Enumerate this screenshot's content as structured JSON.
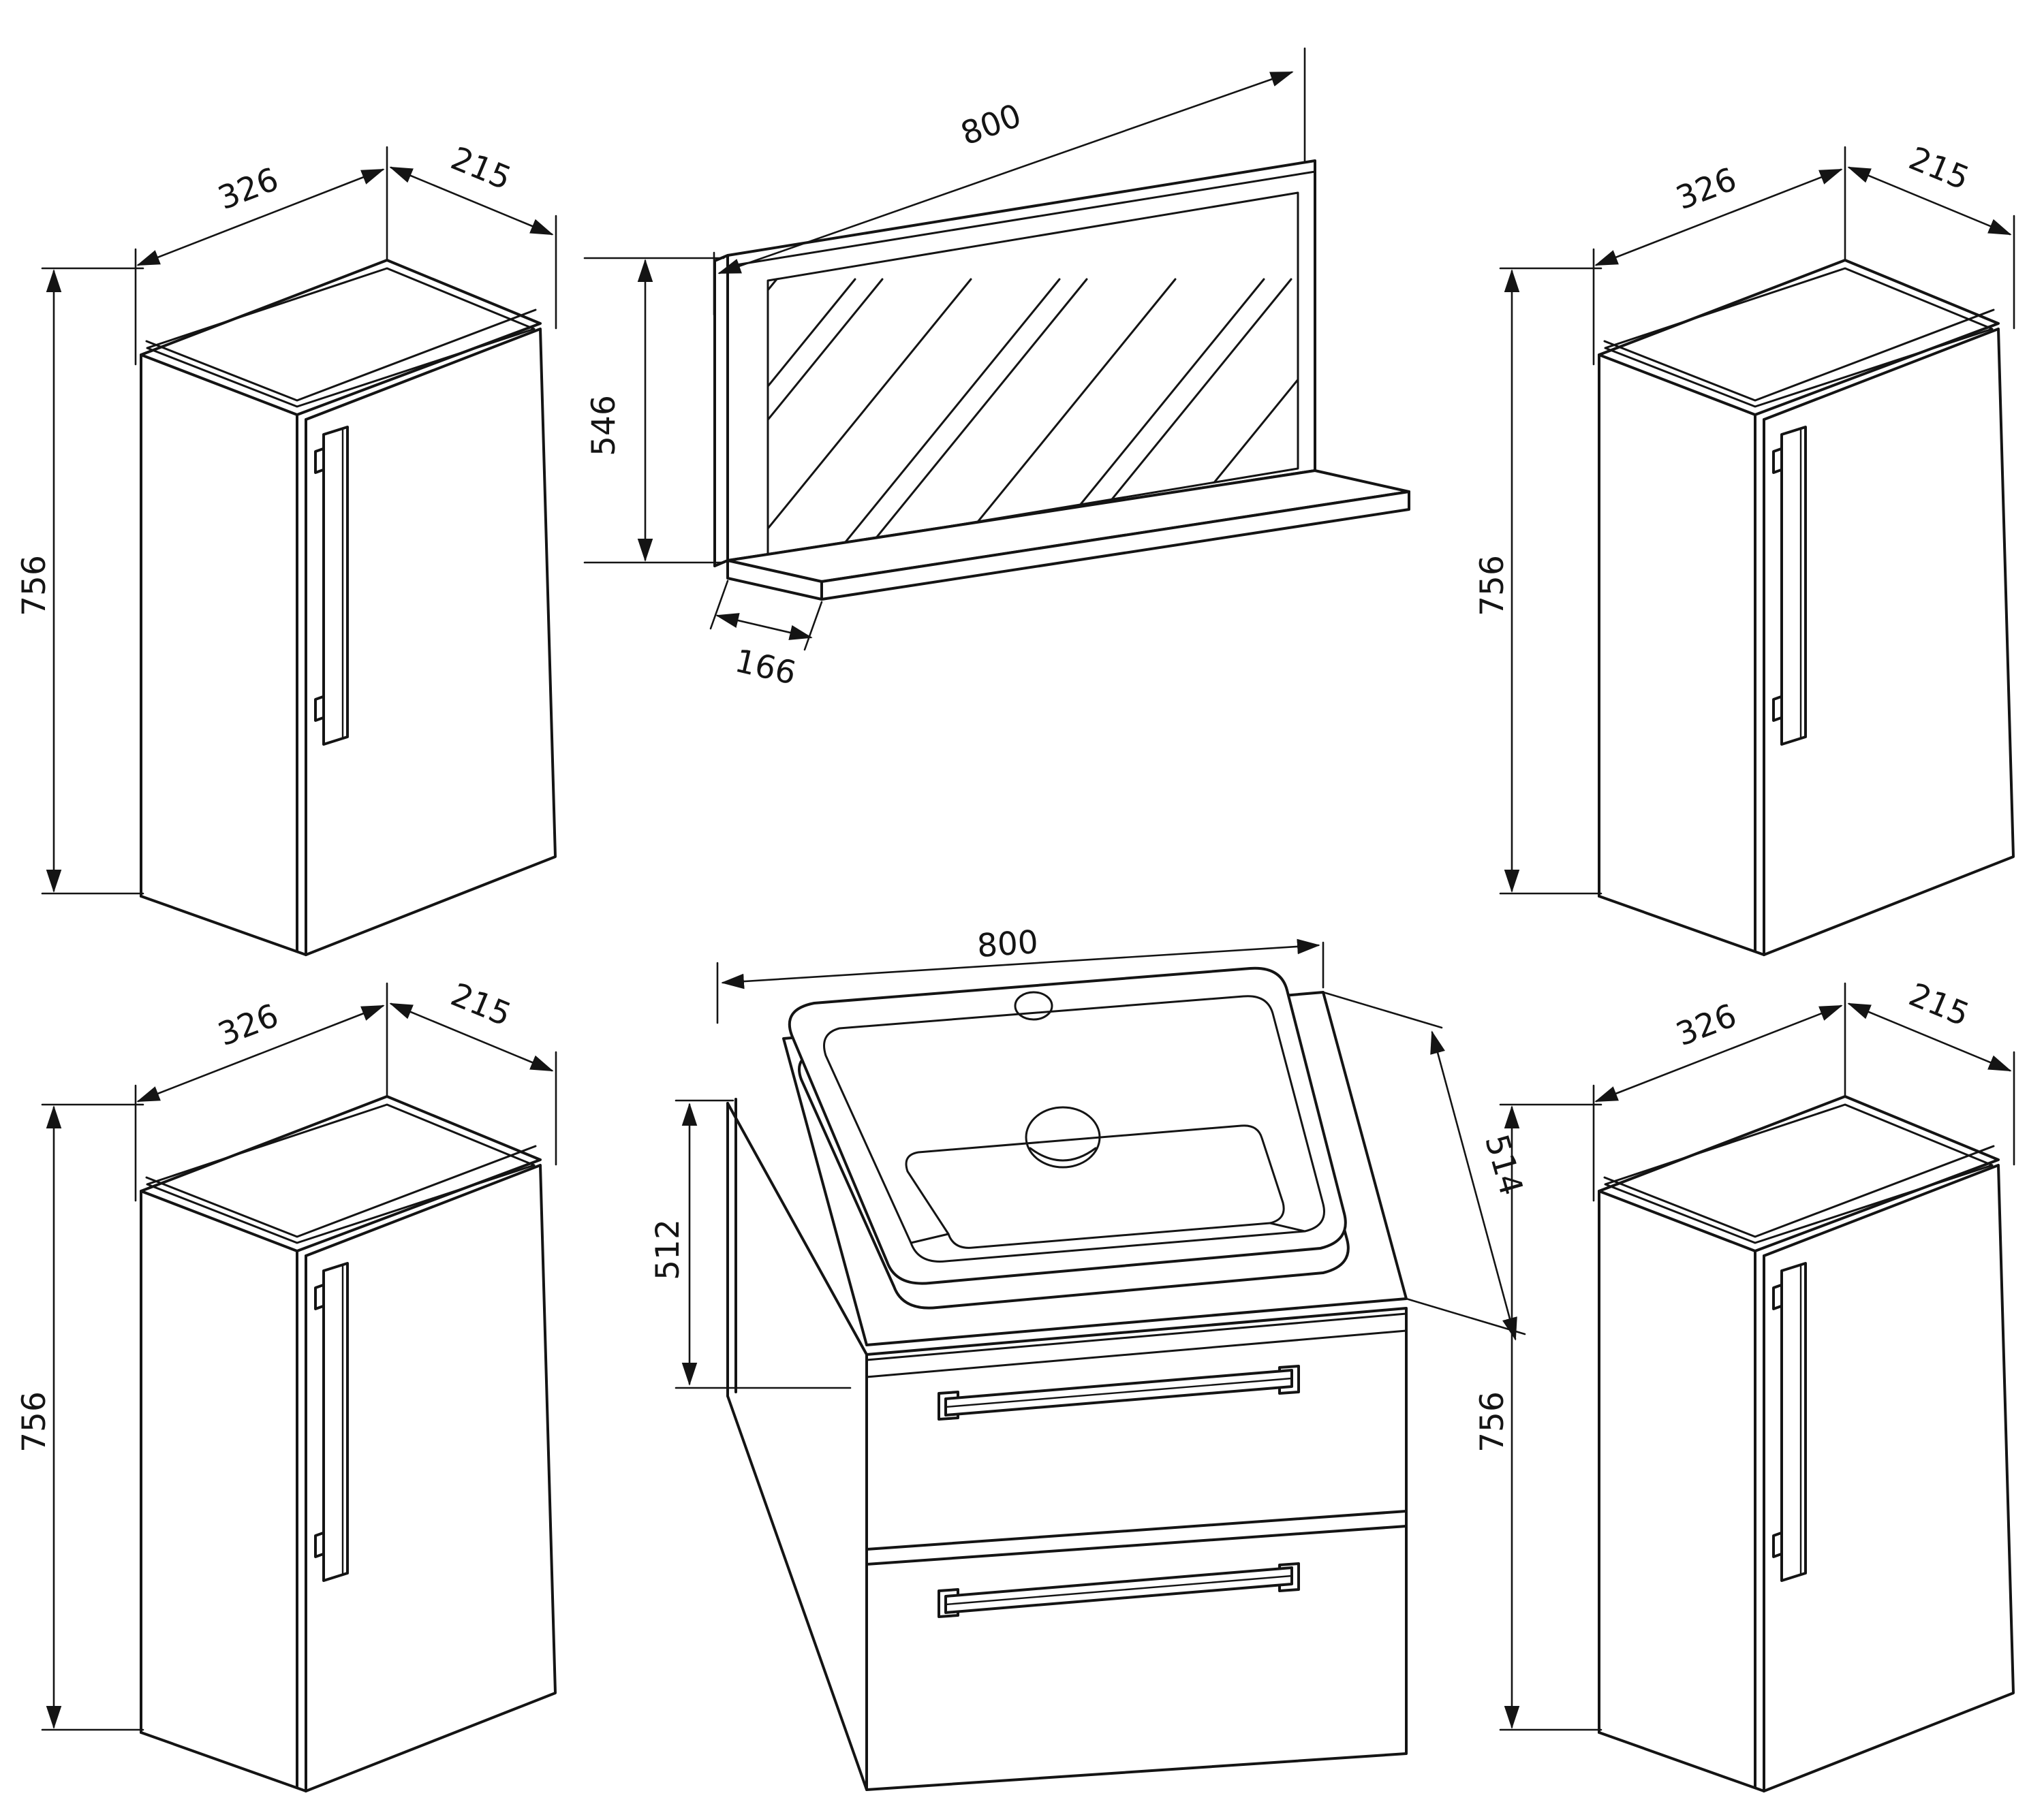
{
  "page": {
    "background_color": "#ffffff",
    "line_color": "#141414",
    "description": "Technical dimension drawing of bathroom furniture set"
  },
  "cabinet_dimensions": {
    "width": "326",
    "depth": "215",
    "height": "756"
  },
  "cabinets": [
    {
      "position": "top-left"
    },
    {
      "position": "top-right"
    },
    {
      "position": "bottom-left"
    },
    {
      "position": "bottom-right"
    }
  ],
  "mirror": {
    "width": "800",
    "height": "546",
    "shelf_depth": "166"
  },
  "vanity": {
    "width": "800",
    "basin_depth": "514",
    "height": "512"
  }
}
